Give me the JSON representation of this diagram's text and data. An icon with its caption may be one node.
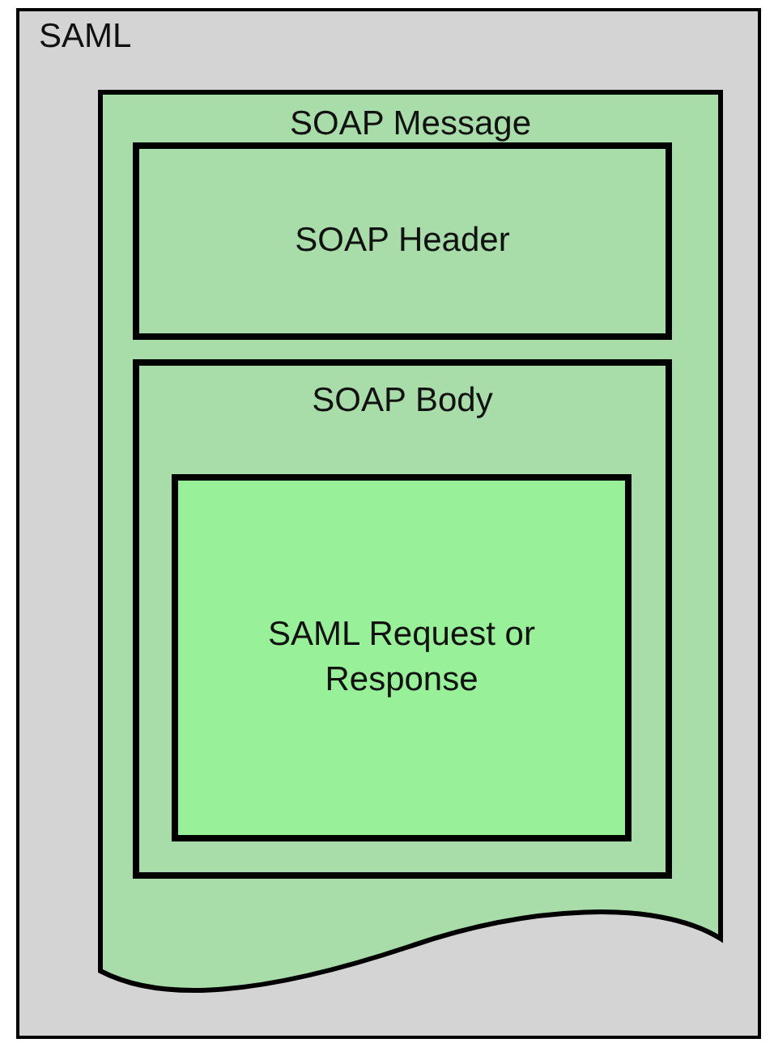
{
  "diagram": {
    "nodes": [
      {
        "text": [
          "SAML"
        ]
      },
      {
        "text": [
          "SOAP Message"
        ],
        "in": 0
      },
      {
        "text": [
          "SOAP Header"
        ],
        "in": 1
      },
      {
        "text": [
          "SOAP Body"
        ],
        "in": 1
      },
      {
        "text": [
          "SAML Request or Response"
        ],
        "in": 3
      }
    ]
  }
}
